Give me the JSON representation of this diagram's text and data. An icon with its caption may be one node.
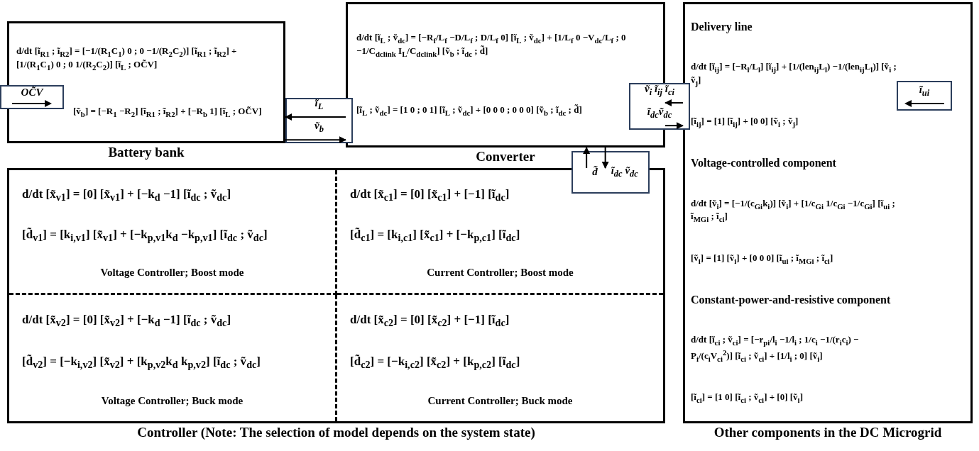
{
  "diagram": {
    "nodes": [
      {
        "text": [
          "OC̃V"
        ]
      },
      {
        "text": [
          "d/dt [ĩ$_{R1}$ ; ĩ$_{R2}$] = [−1/(R$_{1}$C$_{1}$)  0 ; 0  −1/(R$_{2}$C$_{2}$)] [ĩ$_{R1}$ ; ĩ$_{R2}$] + [1/(R$_{1}$C$_{1}$)  0 ; 0  1/(R$_{2}$C$_{2}$)] [ĩ$_{L}$ ; OC̃V]",
          "[ṽ$_{b}$] = [−R$_{1}$  −R$_{2}$] [ĩ$_{R1}$ ; ĩ$_{R2}$] + [−R$_{b}$  1] [ĩ$_{L}$ ; OC̃V]",
          "Battery bank"
        ]
      },
      {
        "text": [
          "d/dt [ĩ$_{L}$ ; ṽ$_{dc}$] = [−R$_{f}$/L$_{f}$  −D/L$_{f}$ ; D/L$_{f}$  0] [ĩ$_{L}$ ; ṽ$_{dc}$] + [1/L$_{f}$  0  −V$_{dc}$/L$_{f}$ ; 0  −1/C$_{dclink}$  I$_{L}$/C$_{dclink}$] [ṽ$_{b}$ ; ĩ$_{dc}$ ; d̃]",
          "[ĩ$_{L}$ ; ṽ$_{dc}$] = [1  0 ; 0  1] [ĩ$_{L}$ ; ṽ$_{dc}$] + [0  0  0 ; 0  0  0] [ṽ$_{b}$ ; ĩ$_{dc}$ ; d̃]",
          "Converter"
        ]
      },
      {
        "text": [
          "Delivery line",
          "d/dt [ĩ$_{ij}$] = [−R$_{l}$/L$_{l}$] [ĩ$_{ij}$] + [1/(len$_{ij}$L$_{l}$)  −1/(len$_{ij}$L$_{l}$)] [ṽ$_{i}$ ; ṽ$_{j}$]",
          "[ĩ$_{ij}$] = [1] [ĩ$_{ij}$] + [0  0] [ṽ$_{i}$ ; ṽ$_{j}$]",
          "Voltage-controlled component",
          "d/dt [ṽ$_{i}$] = [−1/(c$_{Gi}$k$_{i}$)] [ṽ$_{i}$] + [1/c$_{Gi}$  1/c$_{Gi}$  −1/c$_{Gi}$] [ĩ$_{ui}$ ; ĩ$_{MGi}$ ; ĩ$_{ci}$]",
          "[ṽ$_{i}$] = [1] [ṽ$_{i}$] + [0  0  0] [ĩ$_{ui}$ ; ĩ$_{MGi}$ ; ĩ$_{ci}$]",
          "Constant-power-and-resistive component",
          "d/dt [ĩ$_{ci}$ ; ṽ$_{ci}$] = [−r$_{pi}$/l$_{i}$  −1/l$_{i}$ ; 1/c$_{i}$  −1/(r$_{i}$c$_{i}$) − P$_{i}$/(c$_{i}$V$_{ci}$$^{2}$)] [ĩ$_{ci}$ ; ṽ$_{ci}$] + [1/l$_{i}$ ; 0] [ṽ$_{i}$]",
          "[ĩ$_{ci}$] = [1  0] [ĩ$_{ci}$ ; ṽ$_{ci}$] + [0] [ṽ$_{i}$]",
          "Other components in the DC Microgrid"
        ]
      },
      {
        "text": [
          "ĩ$_{ui}$"
        ],
        "in": 3
      },
      {
        "text": [
          "Controller (Note: The selection of model depends on the system state)"
        ]
      },
      {
        "text": [
          "d/dt [x̃$_{v1}$] = [0] [x̃$_{v1}$] + [−k$_{d}$  −1] [ĩ$_{dc}$ ; ṽ$_{dc}$]",
          "[d̃$_{v1}$] = [k$_{i,v1}$] [x̃$_{v1}$] + [−k$_{p,v1}$k$_{d}$  −k$_{p,v1}$] [ĩ$_{dc}$ ; ṽ$_{dc}$]",
          "Voltage Controller; Boost mode"
        ],
        "in": 5
      },
      {
        "text": [
          "d/dt [x̃$_{c1}$] = [0] [x̃$_{c1}$] + [−1] [ĩ$_{dc}$]",
          "[d̃$_{c1}$] = [k$_{i,c1}$] [x̃$_{c1}$] + [−k$_{p,c1}$] [ĩ$_{dc}$]",
          "Current Controller; Boost mode"
        ],
        "in": 5
      },
      {
        "text": [
          "d/dt [x̃$_{v2}$] = [0] [x̃$_{v2}$] + [−k$_{d}$  −1] [ĩ$_{dc}$ ; ṽ$_{dc}$]",
          "[d̃$_{v2}$] = [−k$_{i,v2}$] [x̃$_{v2}$] + [k$_{p,v2}$k$_{d}$  k$_{p,v2}$] [ĩ$_{dc}$ ; ṽ$_{dc}$]",
          "Voltage Controller; Buck mode"
        ],
        "in": 5
      },
      {
        "text": [
          "d/dt [x̃$_{c2}$] = [0] [x̃$_{c2}$] + [−1] [ĩ$_{dc}$]",
          "[d̃$_{c2}$] = [−k$_{i,c2}$] [x̃$_{c2}$] + [k$_{p,c2}$] [ĩ$_{dc}$]",
          "Current Controller; Buck mode"
        ],
        "in": 5
      }
    ],
    "edges": [
      {
        "from": 2,
        "to": 1,
        "arrow": "to",
        "label": "ĩ$_{L}$"
      },
      {
        "from": 1,
        "to": 2,
        "arrow": "to",
        "label": "ṽ$_{b}$"
      },
      {
        "from": 3,
        "to": 2,
        "arrow": "to",
        "label": "ṽ$_{i}$ ĩ$_{ij}$ ĩ$_{ci}$"
      },
      {
        "from": 2,
        "to": 3,
        "arrow": "to",
        "label": "ĩ$_{dc}$ṽ$_{dc}$"
      },
      {
        "from": 5,
        "to": 2,
        "arrow": "to",
        "label": "d̃"
      },
      {
        "from": 2,
        "to": 5,
        "arrow": "to",
        "label": "ĩ$_{dc}$ ṽ$_{dc}$"
      }
    ]
  }
}
